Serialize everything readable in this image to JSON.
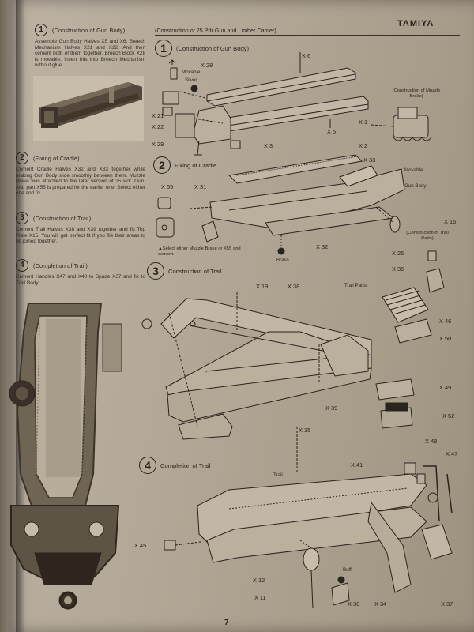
{
  "header": {
    "brand": "TAMIYA",
    "section_title": "(Construction of 25 Pdr Gun and Limber Carrier)",
    "page_number": "7"
  },
  "left": {
    "steps": [
      {
        "num": "1",
        "title": "(Construction of Gun Body)",
        "text": "Assemble Gun Body Halves X5 and X6, Breech Mechanism Halves X21 and X22. And then cement both of them together. Breech Block X28 is movable. Insert this into Breech Mechanism without glue."
      },
      {
        "num": "2",
        "title": "(Fixing of Cradle)",
        "text": "Cement Cradle Halves X32 and X33 together while making Gun Body slide smoothly between them. Muzzle Brake was attached to the later version of 25 Pdr. Gun. And part X55 is prepared for the earlier one. Select either one and fix."
      },
      {
        "num": "3",
        "title": "(Construction of Trail)",
        "text": "Cement Trail Halves X38 and X39 together and fix Top Plate X15. You will get perfect fit if you file their areas to be joined together."
      },
      {
        "num": "4",
        "title": "(Completion of Trail)",
        "text": "Cement Handles X47 and X48 to Spade X37 and fix to Trail Body."
      }
    ]
  },
  "right": {
    "step1": {
      "num": "1",
      "title": "(Construction of Gun Body)"
    },
    "step2": {
      "num": "2",
      "title": "Fixing of Cradle"
    },
    "step3": {
      "num": "3",
      "title": "Construction of Trail"
    },
    "step4": {
      "num": "4",
      "title": "Completion of Trail"
    },
    "labels": {
      "x6": "X 6",
      "x28": "X 28",
      "movable1": "Movable",
      "silver": "Silver",
      "muzzle": "(Construction of Muzzle Brake)",
      "x1": "X 1",
      "x2": "X 2",
      "x21": "X 21",
      "x22": "X 22",
      "x29": "X 29",
      "x5": "X 5",
      "x3": "X 3",
      "x33": "X 33",
      "movable2": "Movable",
      "gunbody": "Gun Body",
      "x55": "X 55",
      "x31": "X 31",
      "x16": "X 16",
      "x32": "X 32",
      "brass": "Brass",
      "select_note": "▲Select either Muzzle Brake or X55 and cement.",
      "trailparts_c": "(Construction of Trail Parts)",
      "x26": "X 26",
      "x36": "X 36",
      "x19": "X 19",
      "x38": "X 38",
      "trailparts": "Trail Parts",
      "x46": "X 46",
      "x50": "X 50",
      "x49": "X 49",
      "x39": "X 39",
      "x35": "X 35",
      "x52": "X 52",
      "x48": "X 48",
      "x47": "X 47",
      "x41": "X 41",
      "trail": "Trail",
      "x45": "X 45",
      "buff": "Buff",
      "x12": "X 12",
      "x11": "X 11",
      "x30": "X 30",
      "x34": "X 34",
      "x37": "X 37"
    }
  },
  "colors": {
    "paper": "#b3a897",
    "ink": "#2a241e",
    "photo": "#4a3f33"
  }
}
